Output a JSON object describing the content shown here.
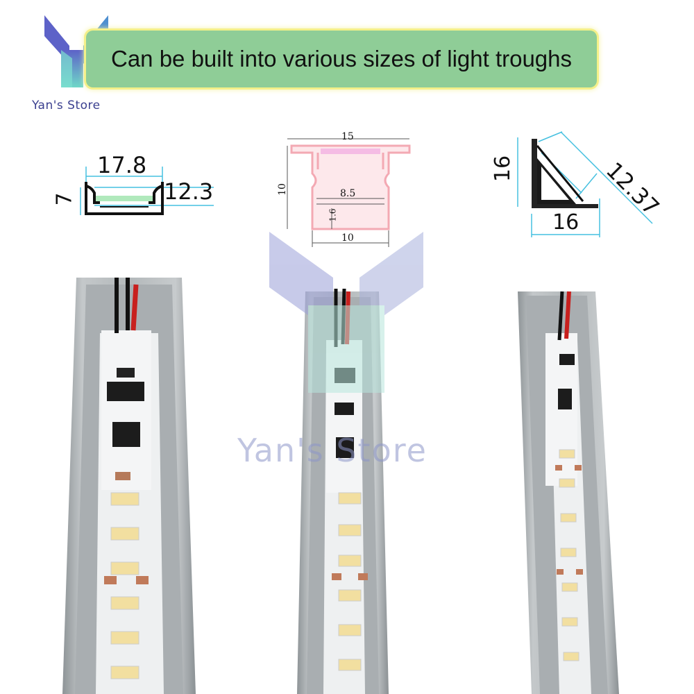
{
  "banner": {
    "text": "Can be built into various sizes of light troughs"
  },
  "store": {
    "name": "Yan's Store",
    "watermark": "Yan's Store"
  },
  "profiles": [
    {
      "width": "17.8",
      "height": "7",
      "inner": "12.3"
    },
    {
      "top": "15",
      "height": "10",
      "inner": "8.5",
      "lip": "1.6",
      "bottom": "10"
    },
    {
      "height": "16",
      "width": "16",
      "diagonal": "12.37"
    }
  ],
  "colors": {
    "banner": "#8fcd97",
    "banner_glow": "#f4f08a",
    "logo": "#5d62c8",
    "logo_teal": "#6fd8c8",
    "profile_pink": "#f3a9b3"
  }
}
